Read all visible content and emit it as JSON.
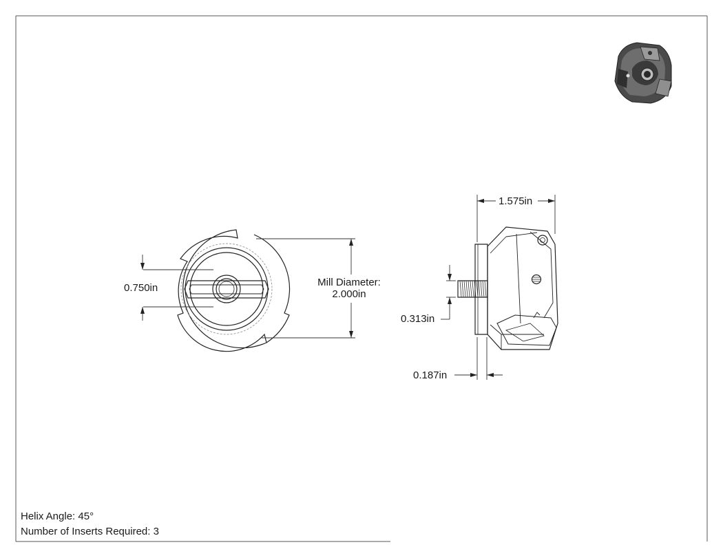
{
  "dimensions": {
    "bore_diameter": "0.750in",
    "mill_diameter_label": "Mill Diameter:",
    "mill_diameter_value": "2.000in",
    "length": "1.575in",
    "thread_height": "0.313in",
    "flange_thickness": "0.187in"
  },
  "notes": {
    "helix_angle": "Helix Angle: 45°",
    "inserts_required": "Number of Inserts Required: 3"
  },
  "views": {
    "iso_view": "isometric-render",
    "front_view": "end-view-drawing",
    "side_view": "side-view-drawing"
  },
  "colors": {
    "line": "#222222",
    "render_dark": "#3a3a3a",
    "render_light": "#8a8a8a"
  }
}
